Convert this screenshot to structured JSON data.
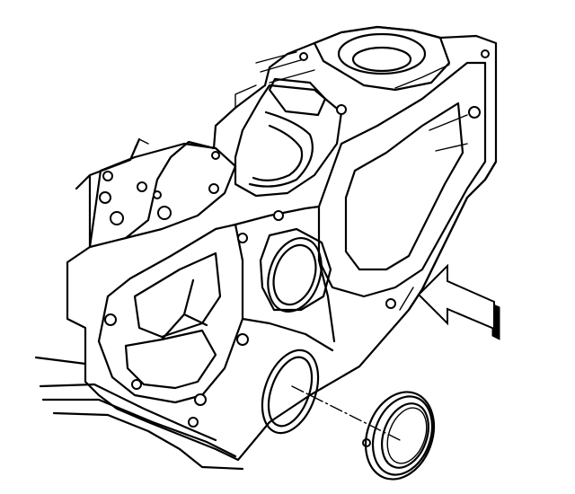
{
  "figure": {
    "kind": "engine block rear crankshaft oil seal installation illustration",
    "colors": {
      "ink": "#000000",
      "background": "#ffffff"
    }
  },
  "parts": {
    "block": "engine-block",
    "bore": "crankshaft-rear-bore",
    "seal": "rear-main-oil-seal",
    "arrow": "install-direction-arrow",
    "guide": "centerline-dashed"
  }
}
